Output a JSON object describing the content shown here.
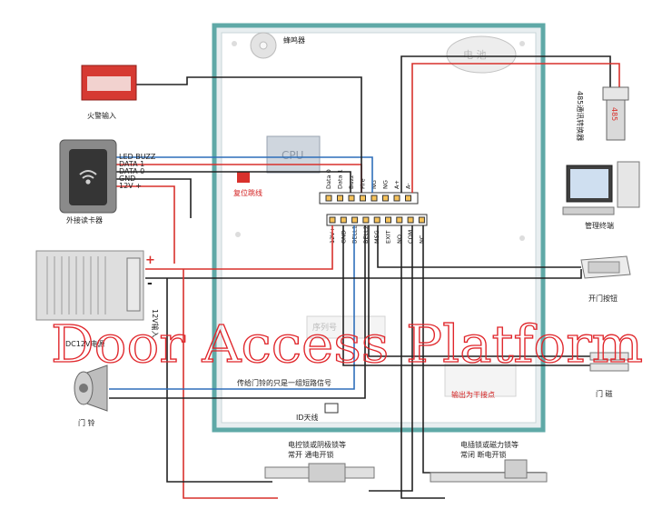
{
  "board": {
    "buzzer_label": "蜂鸣器",
    "battery_label": "电 池",
    "cpu_label": "CPU",
    "reset_label": "复位跳线",
    "top_pins": [
      "Data 0",
      "Data 1",
      "Buzz",
      "Fire",
      "NG",
      "NG",
      "A+",
      "A-"
    ],
    "bottom_pins": [
      "12V+",
      "GND",
      "BELL1",
      "BELL2",
      "MSG",
      "EXIT",
      "NO",
      "COM",
      "NC"
    ],
    "bell_note": "传给门铃的只是一组短路信号",
    "dry_contact_label": "输出为干接点",
    "antenna_label": "ID天线",
    "serial_label": "序列号"
  },
  "reader": {
    "label": "外接读卡器",
    "wires": [
      "LED BUZZ",
      "DATA 1",
      "DATA 0",
      "GND",
      "12V +"
    ]
  },
  "fire_alarm": {
    "label": "火警输入"
  },
  "converter": {
    "label": "485通讯转换器",
    "module_text": "485"
  },
  "terminal": {
    "label": "管理终端"
  },
  "exit_button": {
    "label": "开门按钮"
  },
  "magnetic": {
    "label": "门 磁"
  },
  "power": {
    "label": "DC12V电源",
    "plus": "+",
    "minus": "-",
    "bracket_label": "12V输入"
  },
  "bell": {
    "label": "门 铃"
  },
  "lock_left": {
    "line1": "电控锁或阴极锁等",
    "line2": "常开  通电开锁"
  },
  "lock_right": {
    "line1": "电插锁或磁力锁等",
    "line2": "常闭  断电开锁"
  },
  "watermark": "Door Access Platform",
  "colors": {
    "board_border": "#5fa9a7",
    "wire_red": "#d9312c",
    "wire_blue": "#2f6fba",
    "watermark": "#e0262b"
  }
}
